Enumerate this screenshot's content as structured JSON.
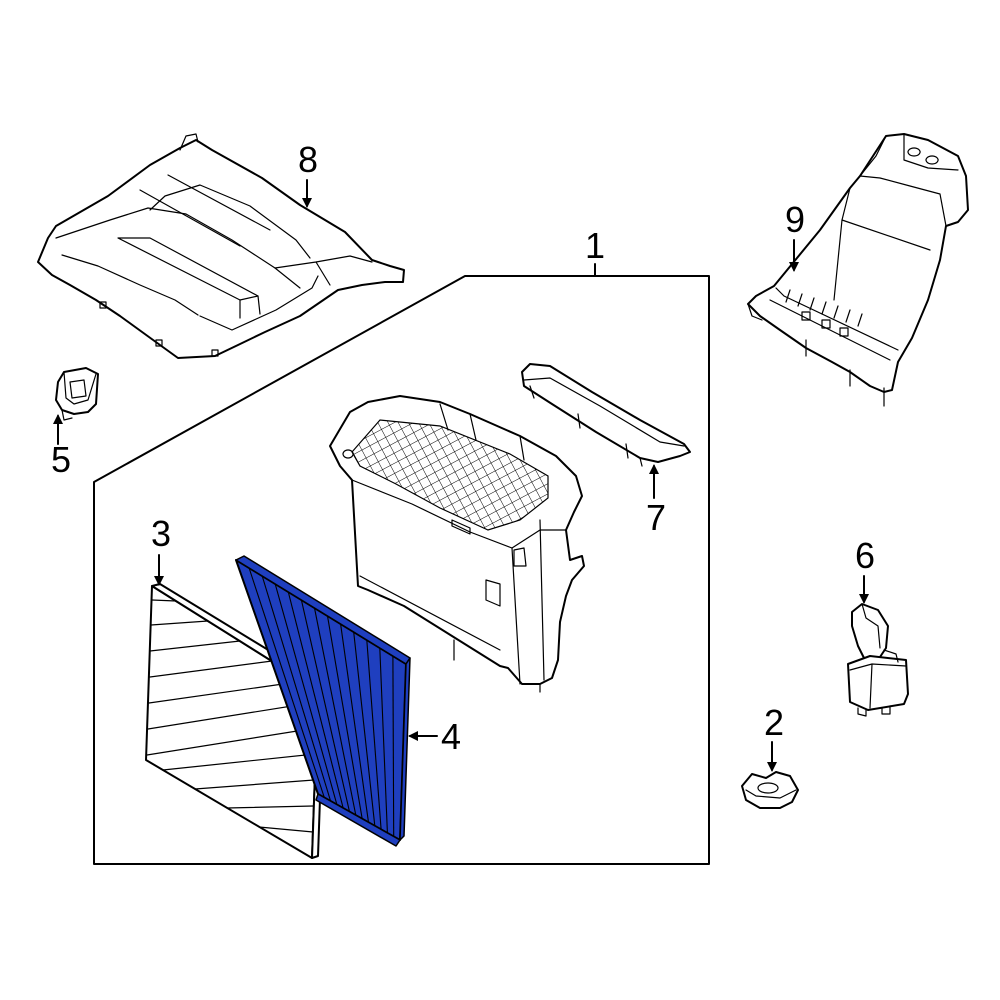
{
  "diagram": {
    "highlight_color": "#1f3fbf",
    "outline_color": "#000000",
    "callouts": {
      "c1": "1",
      "c2": "2",
      "c3": "3",
      "c4": "4",
      "c5": "5",
      "c6": "6",
      "c7": "7",
      "c8": "8",
      "c9": "9"
    }
  }
}
